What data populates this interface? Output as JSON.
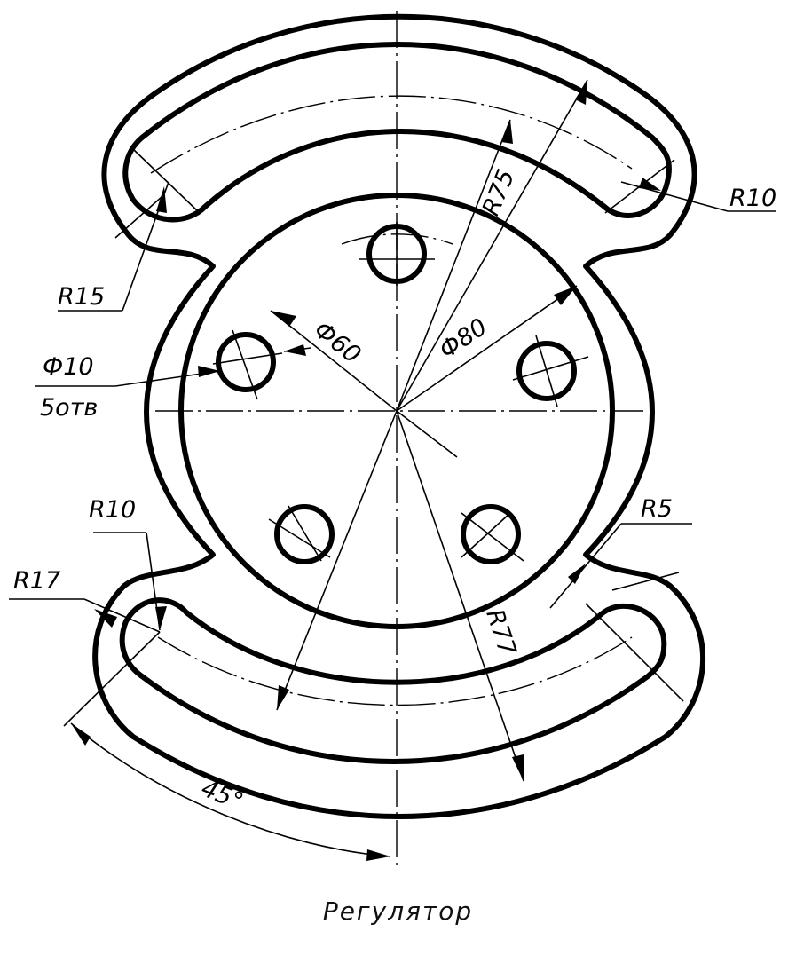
{
  "caption": "Регулятор",
  "dimensions": {
    "r75": "R75",
    "r10_top": "R10",
    "r15": "R15",
    "dia60": "Ф60",
    "dia80": "Ф80",
    "dia10": "Ф10",
    "holes": "5отв",
    "r10_bottom": "R10",
    "r17": "R17",
    "r5": "R5",
    "r77": "R77",
    "angle": "45°"
  },
  "colors": {
    "line": "#000000",
    "paper": "#ffffff"
  }
}
